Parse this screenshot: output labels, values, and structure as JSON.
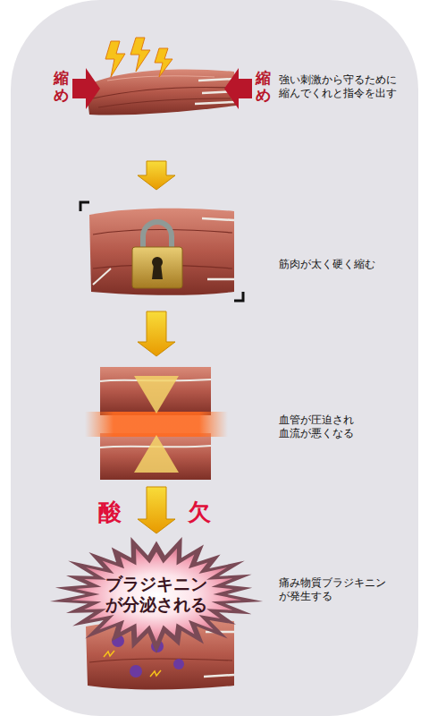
{
  "diagram": {
    "nodes": [
      {
        "text": [
          "強い刺激から守るために縮んでくれと指令を出す"
        ]
      },
      {
        "text": [
          "筋肉が太く硬く縮む"
        ]
      },
      {
        "text": [
          "血管が圧迫され 血流が悪くなる"
        ]
      },
      {
        "text": [
          "ブラジキニン が分泌される",
          "痛み物質ブラジキニン が発生する"
        ]
      }
    ],
    "edges": [
      {
        "from": 0,
        "to": 1,
        "arrow": "to"
      },
      {
        "from": 1,
        "to": 2,
        "arrow": "to"
      },
      {
        "from": 2,
        "to": 3,
        "arrow": "to"
      }
    ],
    "labels": [
      "縮め",
      "縮め",
      "酸",
      "欠"
    ]
  }
}
